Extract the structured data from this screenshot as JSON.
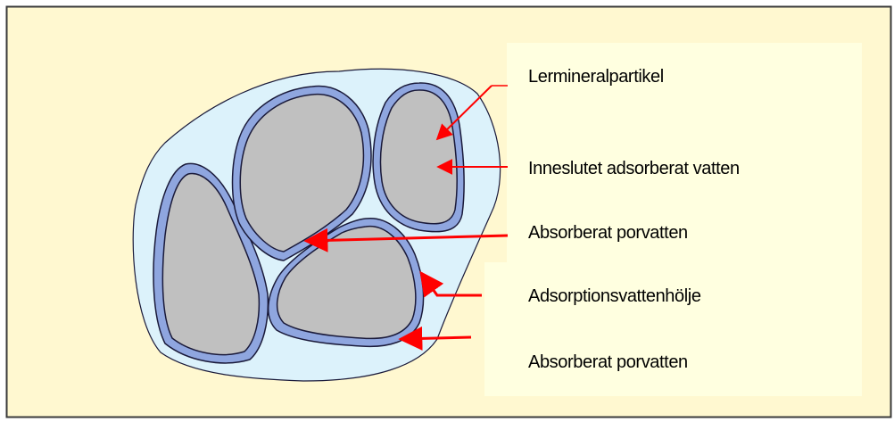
{
  "colors": {
    "panel": "#fff8d0",
    "label_boxes": "#ffffe0",
    "pore_water": "#dcf2fb",
    "adsorption_layer": "#8fa6df",
    "particle": "#c0c0c0",
    "outline": "#1a1a3a",
    "arrows": "#ff0000"
  },
  "labels": {
    "particle": "Lermineralpartikel",
    "enclosed_water": "Inneslutet adsorberat vatten",
    "pore_water_inner": "Absorberat porvatten",
    "adsorption_shell": "Adsorptionsvattenhölje",
    "pore_water_outer": "Absorberat porvatten"
  },
  "icons": {
    "arrow": "red-arrow-icon"
  }
}
